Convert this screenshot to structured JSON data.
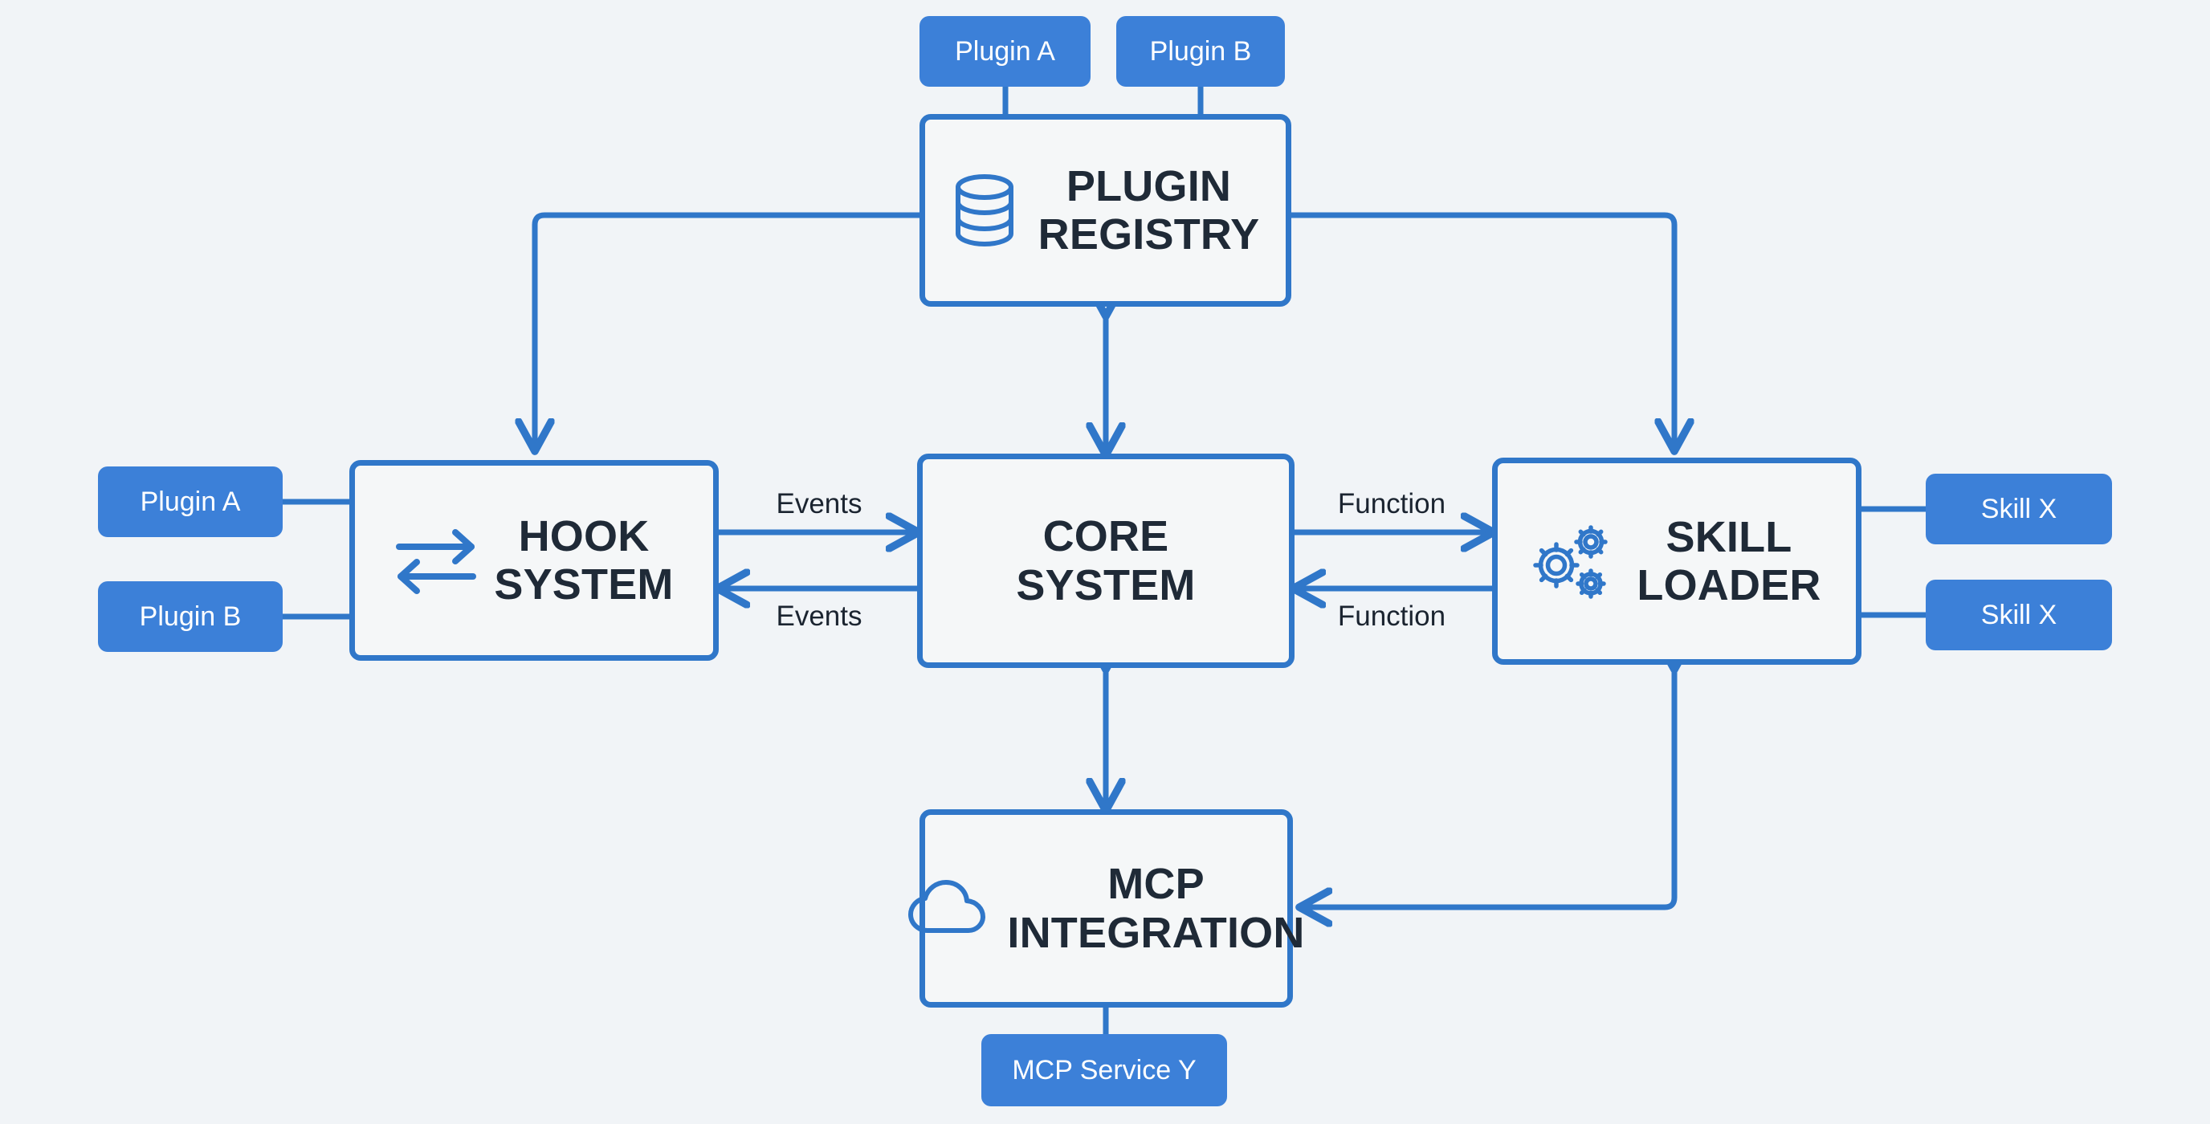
{
  "diagram": {
    "title": "Plugin / Core System Architecture",
    "background_color": "#f1f4f7",
    "accent_color": "#3077c9",
    "pill_color": "#3c80d8",
    "card_fill": "#f5f7f8",
    "text_color": "#1f2a37"
  },
  "nodes": {
    "plugin_registry": {
      "label": "PLUGIN\nREGISTRY",
      "icon": "database-icon"
    },
    "hook_system": {
      "label": "HOOK\nSYSTEM",
      "icon": "bidirectional-arrows-icon"
    },
    "core_system": {
      "label": "CORE\nSYSTEM",
      "icon": "none"
    },
    "skill_loader": {
      "label": "SKILL\nLOADER",
      "icon": "gears-icon"
    },
    "mcp_integration": {
      "label": "MCP\nINTEGRATION",
      "icon": "cloud-icon"
    }
  },
  "pills": {
    "registry_plugin_a": "Plugin A",
    "registry_plugin_b": "Plugin B",
    "hook_plugin_a": "Plugin A",
    "hook_plugin_b": "Plugin B",
    "skill_x_1": "Skill X",
    "skill_x_2": "Skill X",
    "mcp_service_y": "MCP Service Y"
  },
  "edge_labels": {
    "events_out": "Events",
    "events_in": "Events",
    "function_out": "Function",
    "function_in": "Function"
  },
  "connections": [
    {
      "from": "registry_plugin_a",
      "to": "plugin_registry",
      "kind": "plain"
    },
    {
      "from": "registry_plugin_b",
      "to": "plugin_registry",
      "kind": "plain"
    },
    {
      "from": "plugin_registry",
      "to": "hook_system",
      "kind": "arrow"
    },
    {
      "from": "plugin_registry",
      "to": "skill_loader",
      "kind": "arrow"
    },
    {
      "from": "plugin_registry",
      "to": "core_system",
      "kind": "double-arrow"
    },
    {
      "from": "hook_plugin_a",
      "to": "hook_system",
      "kind": "plain"
    },
    {
      "from": "hook_plugin_b",
      "to": "hook_system",
      "kind": "plain"
    },
    {
      "from": "hook_system",
      "to": "core_system",
      "kind": "arrow",
      "label": "Events"
    },
    {
      "from": "core_system",
      "to": "hook_system",
      "kind": "arrow",
      "label": "Events"
    },
    {
      "from": "core_system",
      "to": "skill_loader",
      "kind": "arrow",
      "label": "Function"
    },
    {
      "from": "skill_loader",
      "to": "core_system",
      "kind": "arrow",
      "label": "Function"
    },
    {
      "from": "skill_loader",
      "to": "skill_x_1",
      "kind": "plain"
    },
    {
      "from": "skill_loader",
      "to": "skill_x_2",
      "kind": "plain"
    },
    {
      "from": "core_system",
      "to": "mcp_integration",
      "kind": "double-arrow"
    },
    {
      "from": "mcp_integration",
      "to": "skill_loader",
      "kind": "double-arrow-routed"
    },
    {
      "from": "mcp_integration",
      "to": "mcp_service_y",
      "kind": "plain"
    }
  ]
}
